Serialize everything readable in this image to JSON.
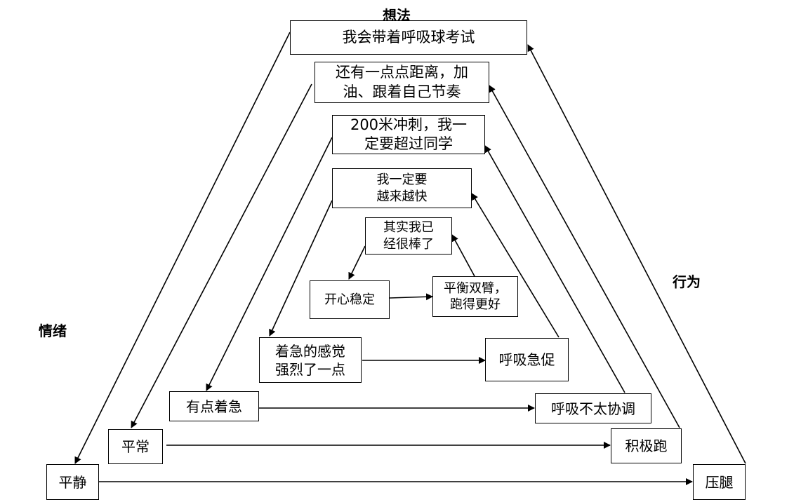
{
  "labels": {
    "thought": "想法",
    "emotion": "情绪",
    "behavior": "行为"
  },
  "thoughts": {
    "t1": "我会带着呼吸球考试",
    "t2": [
      "还有一点点距离，加",
      "油、跟着自己节奏"
    ],
    "t3": [
      "200米冲刺，我一",
      "定要超过同学"
    ],
    "t4": [
      "我一定要",
      "越来越快"
    ],
    "t5": [
      "其实我已",
      "经很棒了"
    ]
  },
  "emotions": {
    "e1": "平静",
    "e2": "平常",
    "e3": "有点着急",
    "e4": [
      "着急的感觉",
      "强烈了一点"
    ],
    "e5": "开心稳定"
  },
  "behaviors": {
    "b1": "压腿",
    "b2": "积极跑",
    "b3": "呼吸不太协调",
    "b4": "呼吸急促",
    "b5": [
      "平衡双臂，",
      "跑得更好"
    ]
  },
  "colors": {
    "line": "#000000",
    "box_border": "#000000"
  }
}
